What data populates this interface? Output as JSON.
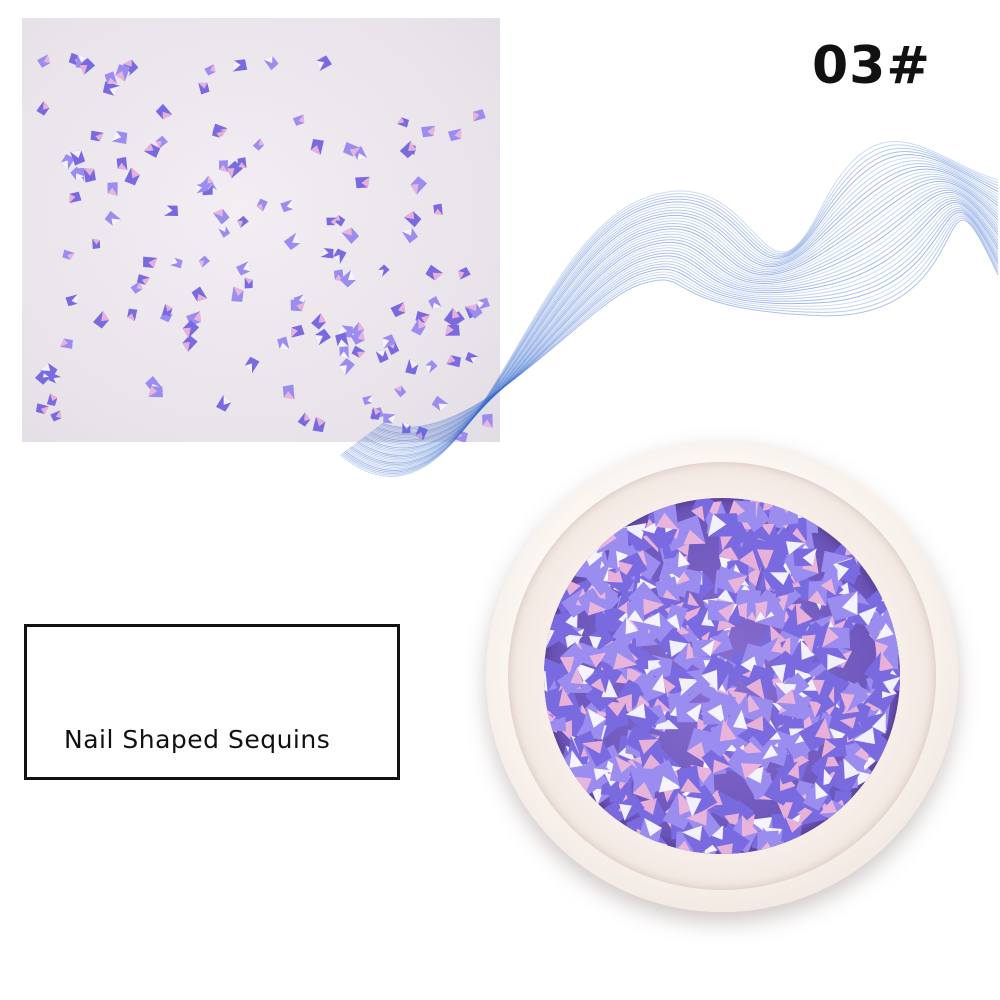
{
  "product": {
    "shade_code": "03#",
    "caption": "Nail Shaped Sequins"
  },
  "visuals": {
    "close_up_photo": "sparse iridescent diamond sequins on pale background",
    "jar_photo": "round cosmetic jar filled with purple-pink iridescent sequins",
    "decoration": "blue ribbon wave"
  },
  "colors": {
    "sequin_purple": "#7a6ae0",
    "sequin_pink": "#f2b8d8",
    "ribbon_blue": "#3d6fd0",
    "caption_border": "#111111"
  }
}
